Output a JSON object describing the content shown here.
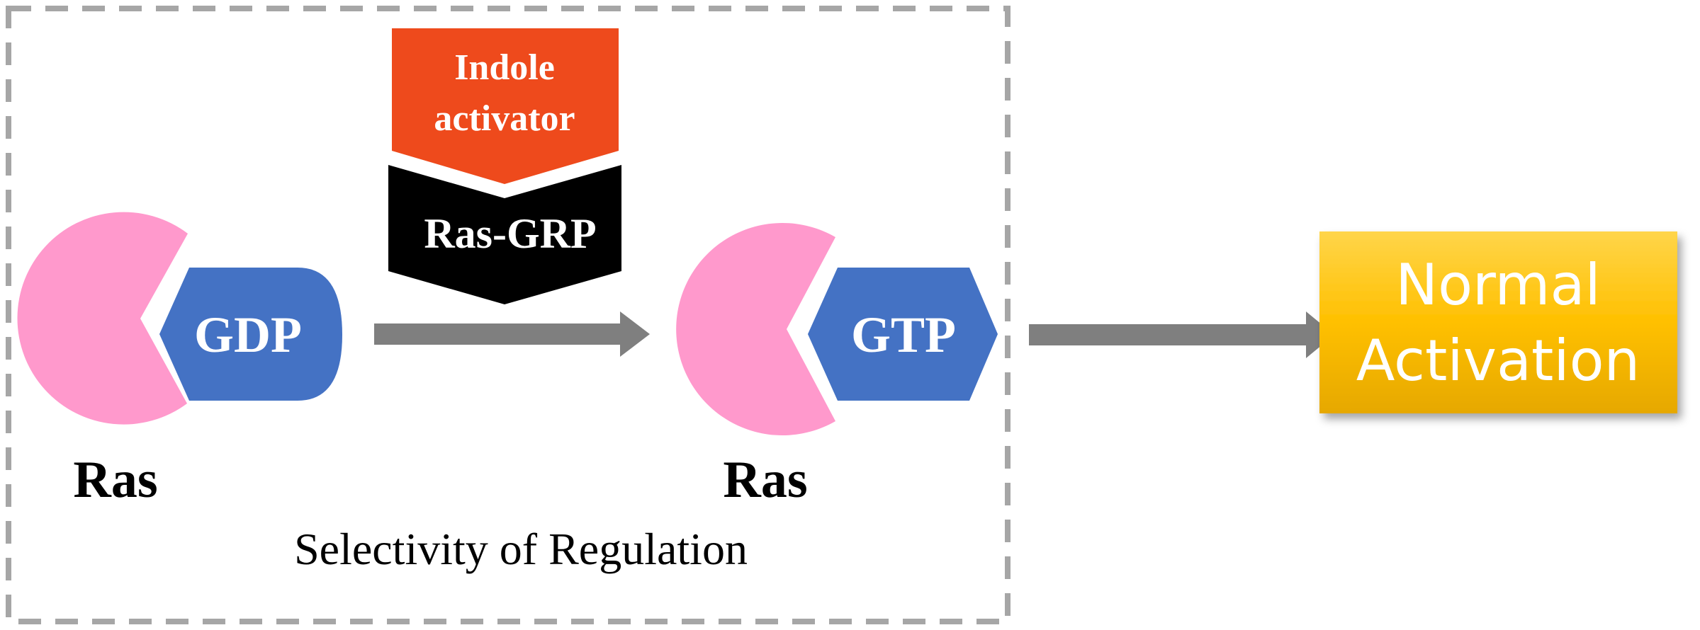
{
  "diagram": {
    "activator_label_line1": "Indole",
    "activator_label_line2": "activator",
    "gef_label": "Ras-GRP",
    "left_ras_label": "Ras",
    "left_nucleotide_label": "GDP",
    "right_ras_label": "Ras",
    "right_nucleotide_label": "GTP",
    "region_caption": "Selectivity of Regulation",
    "outcome_line1": "Normal",
    "outcome_line2": "Activation"
  },
  "colors": {
    "ras_pink": "#FF99CC",
    "nucleotide_blue": "#4472C4",
    "activator_orange": "#EE4A1C",
    "gef_black": "#000000",
    "arrow_gray": "#7F7F7F",
    "dashed_border": "#A6A6A6",
    "outcome_gold": "#FFC000",
    "outcome_text": "#FFFFFF"
  },
  "icons": [
    "ras-pacman-shape",
    "gdp-hexagon",
    "gtp-hexagon",
    "chevron-banner",
    "right-arrow"
  ]
}
